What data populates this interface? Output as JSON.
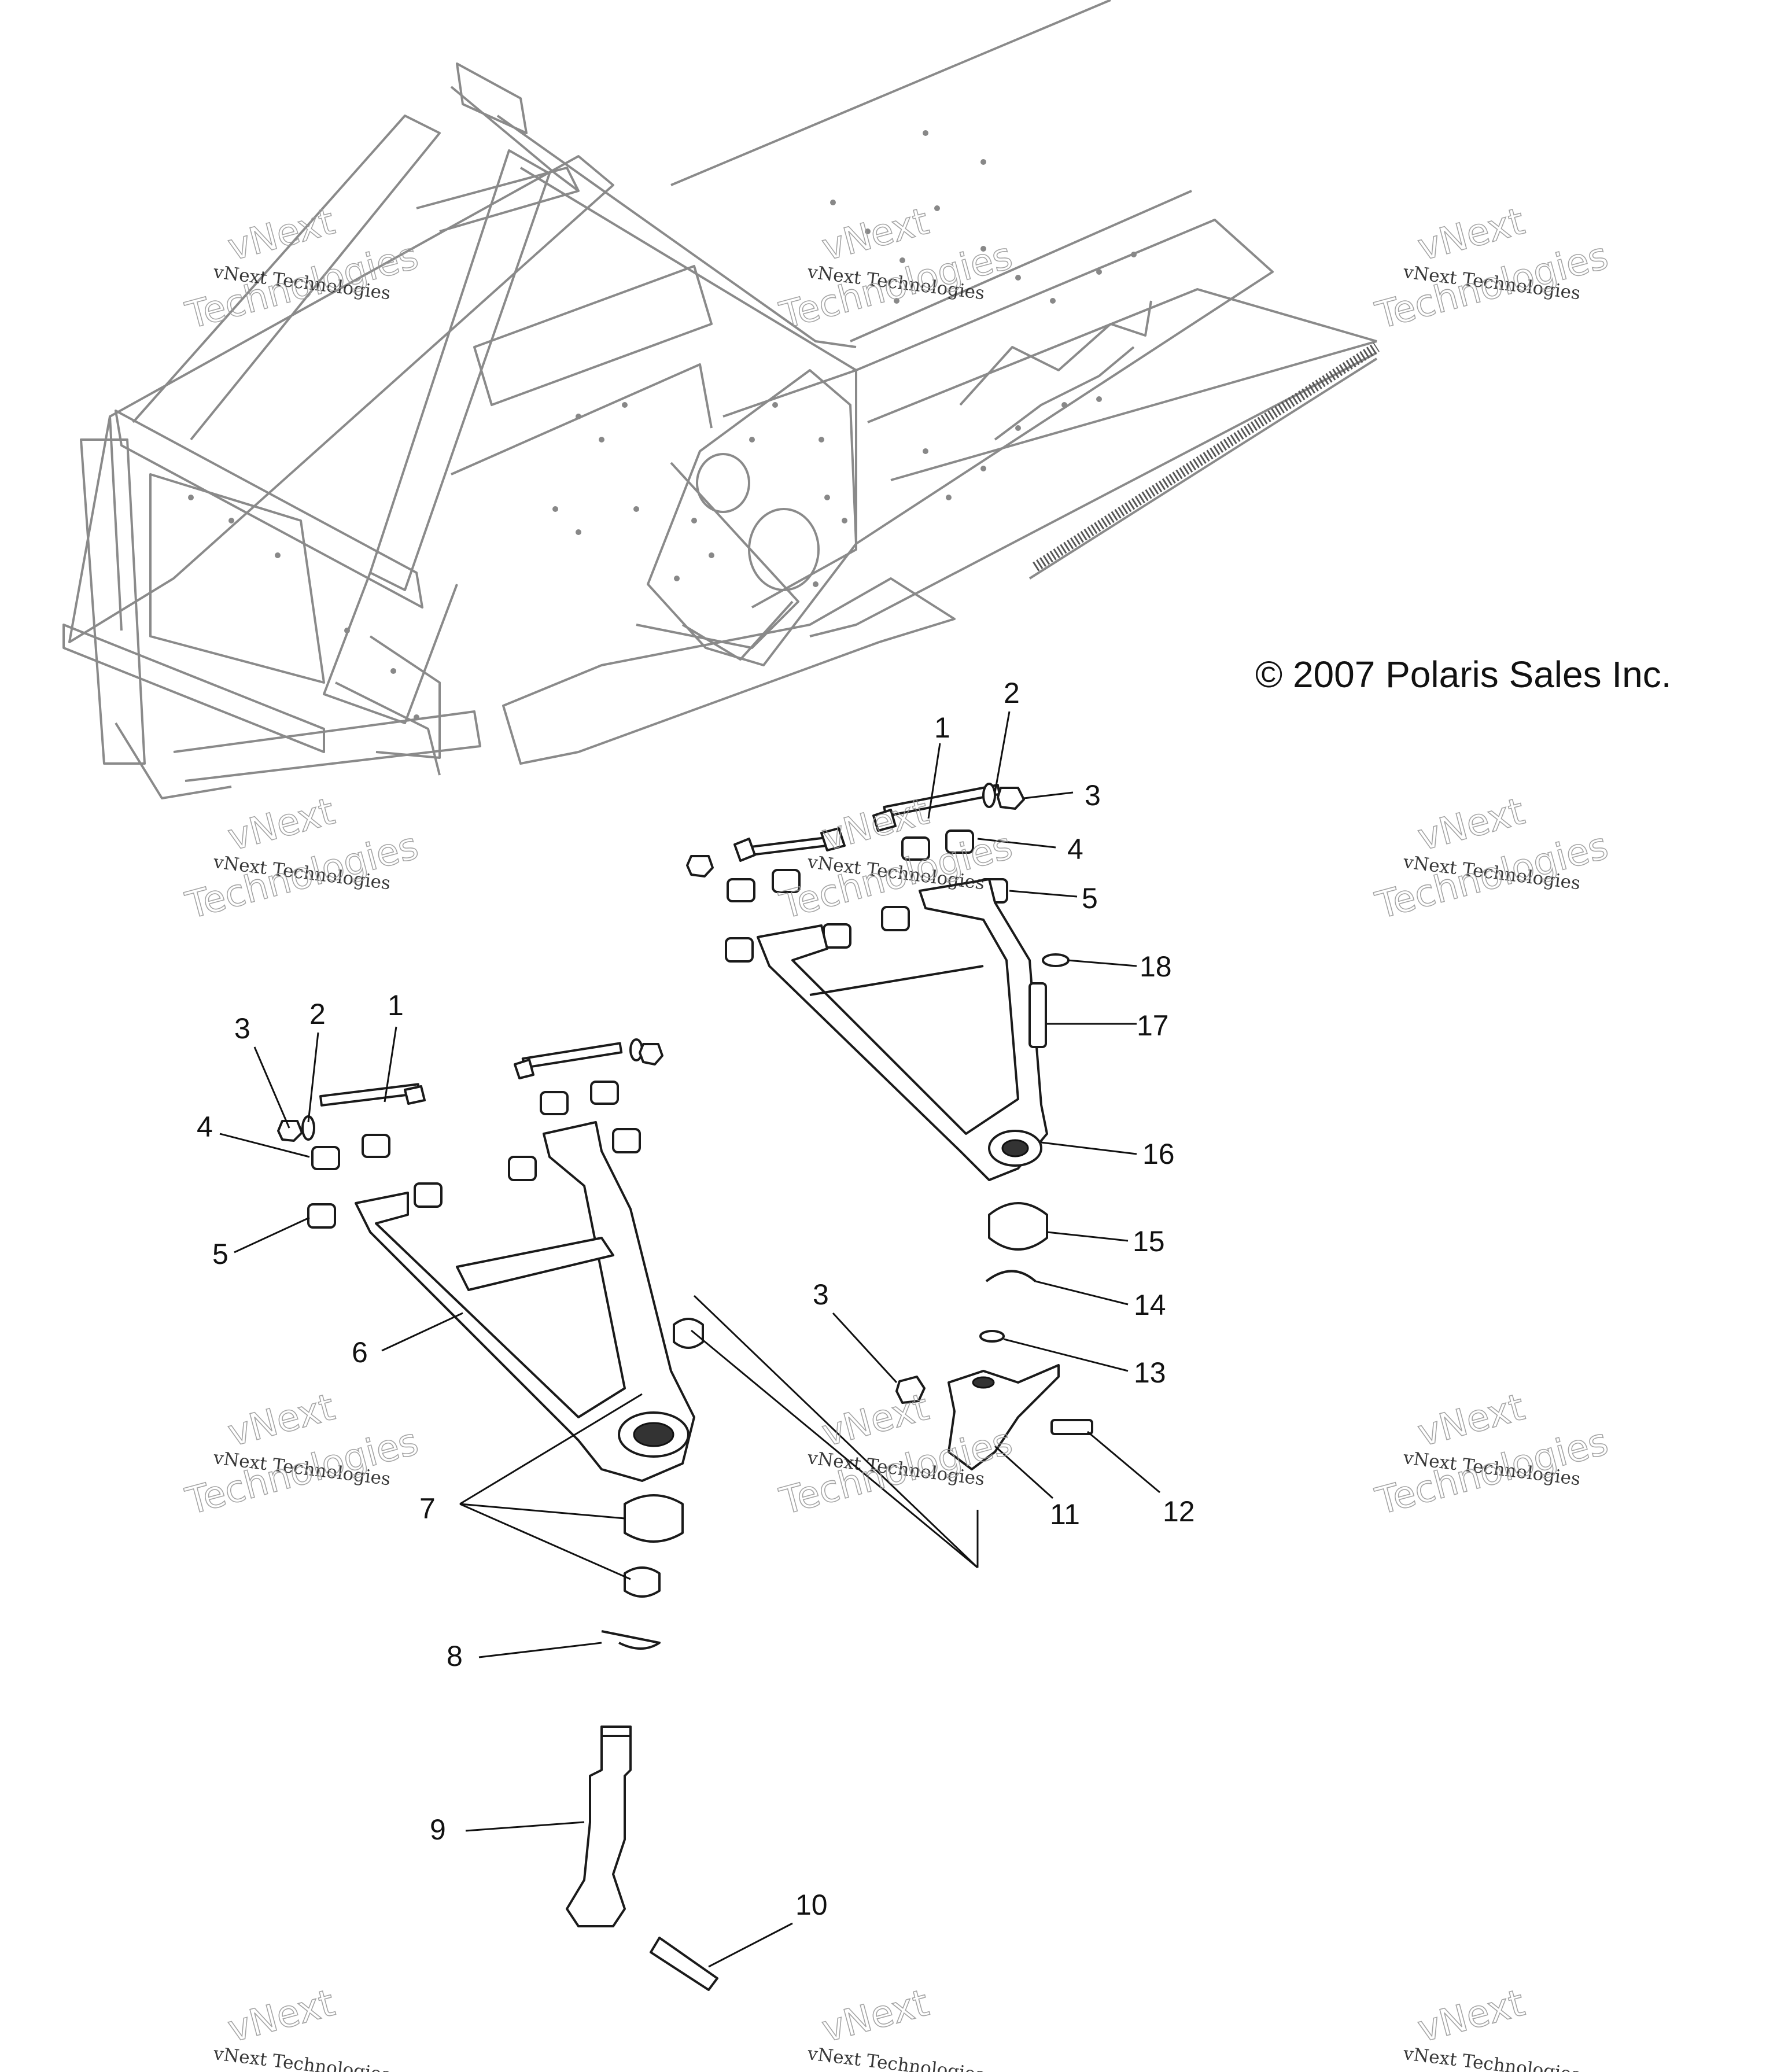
{
  "copyright": "© 2007 Polaris Sales Inc.",
  "watermark": {
    "small": "vNext Technologies",
    "line1": "vNext",
    "line2": "Technologies"
  },
  "callouts": [
    "1",
    "2",
    "3",
    "4",
    "5",
    "6",
    "7",
    "8",
    "9",
    "10",
    "11",
    "12",
    "13",
    "14",
    "15",
    "16",
    "17",
    "18"
  ]
}
